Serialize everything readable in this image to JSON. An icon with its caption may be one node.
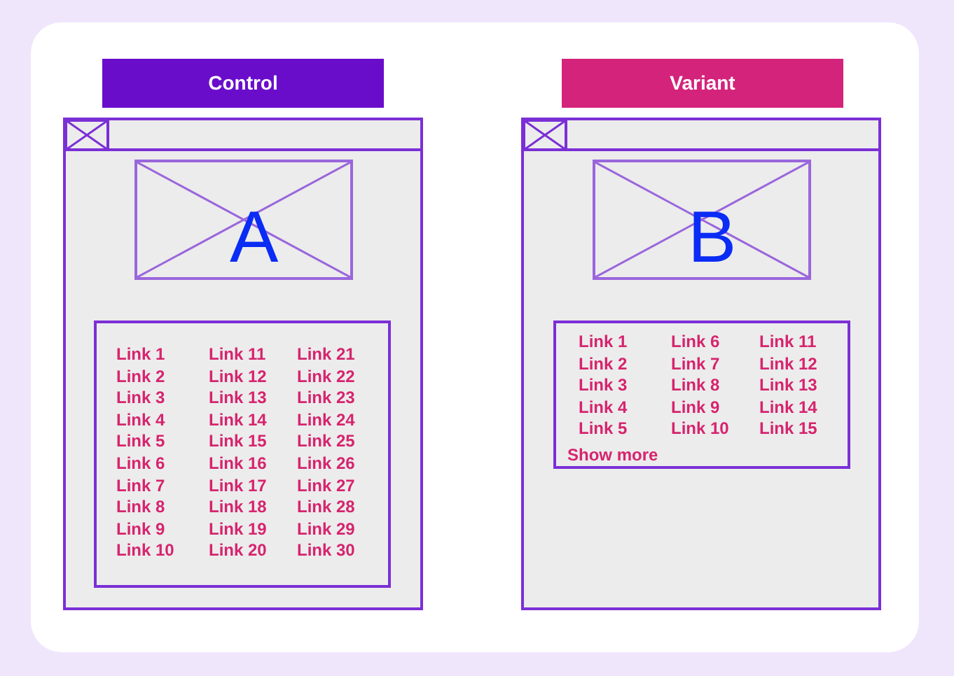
{
  "diagram": {
    "nodes": [
      {
        "text": [
          "Control"
        ]
      },
      {
        "text": [],
        "shape": "box"
      },
      {
        "text": [
          "A"
        ],
        "in": 1
      },
      {
        "text": [
          "Link 1",
          "Link 2",
          "Link 3",
          "Link 4",
          "Link 5",
          "Link 6",
          "Link 7",
          "Link 8",
          "Link 9",
          "Link 10",
          "Link 11",
          "Link 12",
          "Link 13",
          "Link 14",
          "Link 15",
          "Link 16",
          "Link 17",
          "Link 18",
          "Link 19",
          "Link 20",
          "Link 21",
          "Link 22",
          "Link 23",
          "Link 24",
          "Link 25",
          "Link 26",
          "Link 27",
          "Link 28",
          "Link 29",
          "Link 30"
        ],
        "in": 1
      },
      {
        "text": [
          "Variant"
        ]
      },
      {
        "text": [],
        "shape": "box"
      },
      {
        "text": [
          "B"
        ],
        "in": 5
      },
      {
        "text": [
          "Link 1",
          "Link 2",
          "Link 3",
          "Link 4",
          "Link 5",
          "Link 6",
          "Link 7",
          "Link 8",
          "Link 9",
          "Link 10",
          "Link 11",
          "Link 12",
          "Link 13",
          "Link 14",
          "Link 15",
          "Show more"
        ],
        "in": 5
      }
    ]
  }
}
